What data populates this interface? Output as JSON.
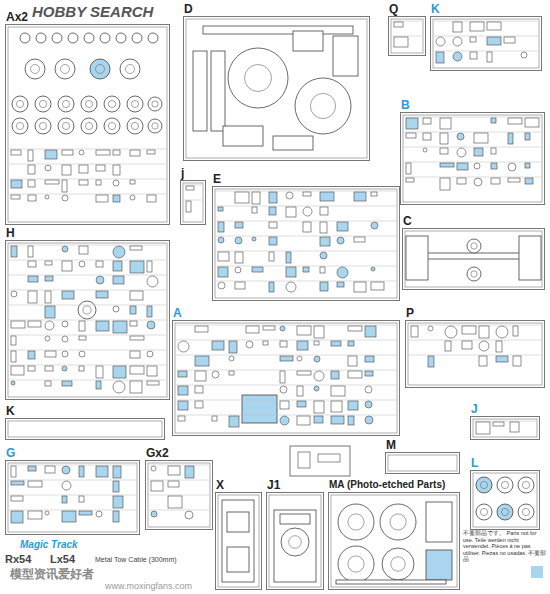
{
  "diagram": {
    "nodes": [
      {
        "text": [
          "Ax2"
        ]
      },
      {
        "text": [
          "D"
        ]
      },
      {
        "text": [
          "Q"
        ]
      },
      {
        "text": [
          "K"
        ]
      },
      {
        "text": [
          "B"
        ]
      },
      {
        "text": [
          "j"
        ]
      },
      {
        "text": [
          "E"
        ]
      },
      {
        "text": [
          "C"
        ]
      },
      {
        "text": [
          "H"
        ]
      },
      {
        "text": [
          "A"
        ]
      },
      {
        "text": [
          "P"
        ]
      },
      {
        "text": [
          "K"
        ]
      },
      {
        "text": [
          "J"
        ]
      },
      {
        "text": [
          "G"
        ]
      },
      {
        "text": [
          "Gx2"
        ]
      },
      {
        "text": [
          "M"
        ]
      },
      {
        "text": [
          "L"
        ]
      },
      {
        "text": [
          "X"
        ]
      },
      {
        "text": [
          "J1"
        ]
      },
      {
        "text": [
          "MA (Photo-etched Parts)"
        ]
      }
    ],
    "labels": [
      "HOBBY SEARCH",
      "Magic Track",
      "Rx54",
      "Lx54",
      "Metal Tow Cable (300mm)",
      "模型资讯爱好者",
      "www.moxingfans.com"
    ],
    "legend": [
      {
        "text": "不要部品です。 Parts not for use. Teile werden nicht verwendet. Pièces à ne pas utiliser. Piezas no usadas. 不要部品",
        "color": "#a9d6ee"
      }
    ]
  }
}
